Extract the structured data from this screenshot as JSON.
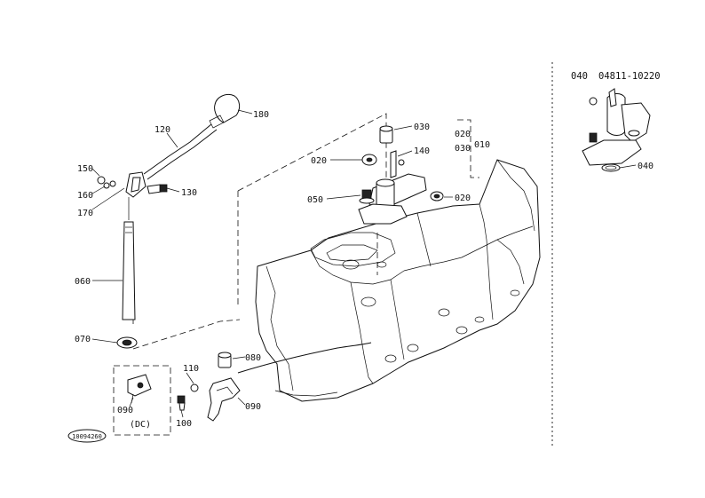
{
  "header": {
    "ref": "040",
    "part_number": "04811-10220"
  },
  "callouts": {
    "c180": "180",
    "c120": "120",
    "c150": "150",
    "c160": "160",
    "c170": "170",
    "c130": "130",
    "c060": "060",
    "c070": "070",
    "c030": "030",
    "c140": "140",
    "c020a": "020",
    "c020b": "020",
    "c020c": "020",
    "c030b": "030",
    "c010": "010",
    "c050": "050",
    "c080": "080",
    "c110": "110",
    "c090a": "090",
    "c090b": "090",
    "c100": "100",
    "c040": "040",
    "dc": "(DC)",
    "stamp": "10094260"
  }
}
